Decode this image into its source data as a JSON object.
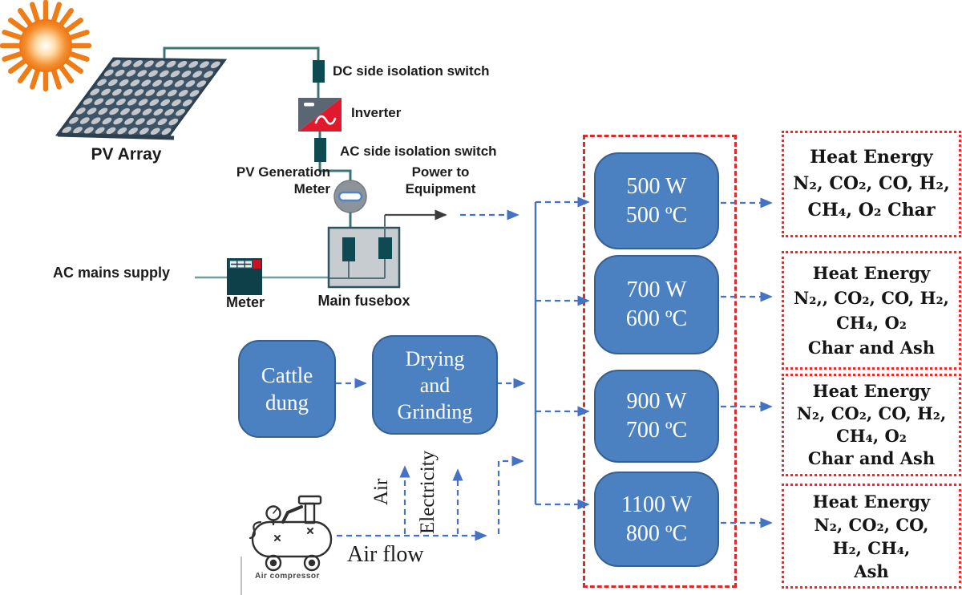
{
  "pv_system": {
    "pv_array_label": "PV Array",
    "dc_switch_label": "DC side isolation switch",
    "inverter_label": "Inverter",
    "ac_switch_label": "AC side isolation switch",
    "pv_meter_label_line1": "PV Generation",
    "pv_meter_label_line2": "Meter",
    "power_to_equipment_line1": "Power to",
    "power_to_equipment_line2": "Equipment",
    "ac_mains_label": "AC mains supply",
    "meter_label": "Meter",
    "fusebox_label": "Main fusebox"
  },
  "feedstock": {
    "cattle_dung_line1": "Cattle",
    "cattle_dung_line2": "dung",
    "drying_line1": "Drying",
    "drying_line2": "and",
    "drying_line3": "Grinding"
  },
  "air_section": {
    "air_label": "Air",
    "electricity_label": "Electricity",
    "air_flow_label": "Air flow",
    "compressor_label": "Air compressor"
  },
  "reactors": [
    {
      "power": "500 W",
      "temp": "500 ºC"
    },
    {
      "power": "700 W",
      "temp": "600 ºC"
    },
    {
      "power": "900 W",
      "temp": "700 ºC"
    },
    {
      "power": "1100 W",
      "temp": "800 ºC"
    }
  ],
  "outputs": [
    {
      "lines": [
        "Heat Energy",
        "N₂, CO₂, CO, H₂,",
        "CH₄, O₂ Char"
      ]
    },
    {
      "lines": [
        "Heat Energy",
        "N₂,, CO₂, CO, H₂,",
        "CH₄, O₂",
        "Char and Ash"
      ]
    },
    {
      "lines": [
        "Heat Energy",
        "N₂, CO₂, CO, H₂,",
        "CH₄, O₂",
        "Char and Ash"
      ]
    },
    {
      "lines": [
        "Heat Energy",
        "N₂, CO₂, CO,",
        "H₂, CH₄,",
        "Ash"
      ]
    }
  ],
  "colors": {
    "wire_teal": "#3c7474",
    "component_teal": "#0d4a52",
    "dashed_blue": "#4472c4",
    "container_red": "#d92b2b",
    "output_red": "#e03030",
    "process_blue": "#4b80c1",
    "sun_orange": "#ef7c15"
  }
}
